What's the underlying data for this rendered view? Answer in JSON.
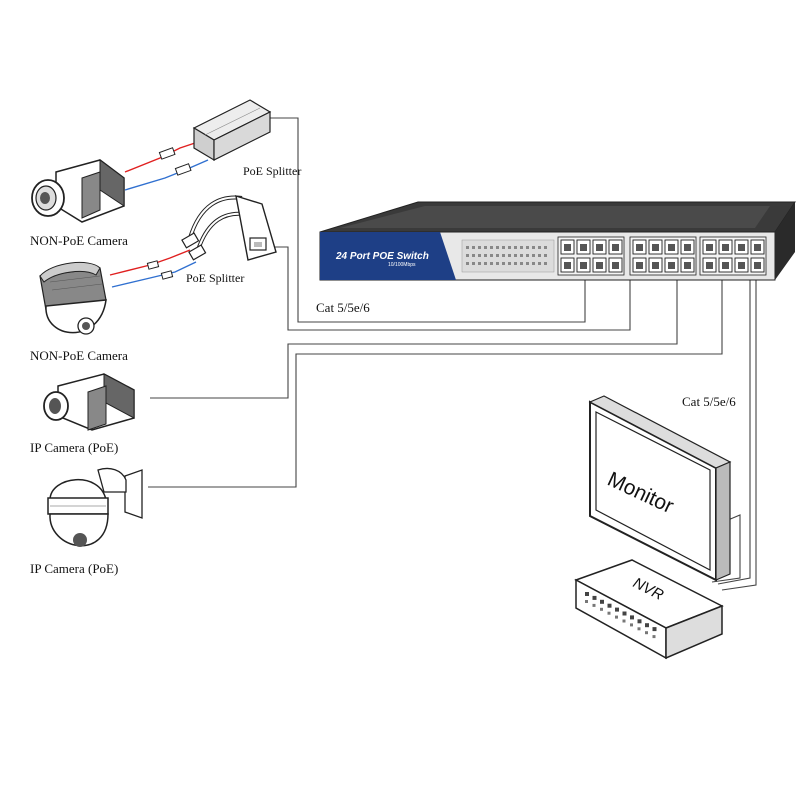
{
  "labels": {
    "poe_splitter_1": "PoE Splitter",
    "poe_splitter_2": "PoE Splitter",
    "non_poe_camera_1": "NON-PoE Camera",
    "non_poe_camera_2": "NON-PoE Camera",
    "ip_camera_1": "IP Camera (PoE)",
    "ip_camera_2": "IP Camera (PoE)",
    "cable_left": "Cat 5/5e/6",
    "cable_right": "Cat 5/5e/6",
    "monitor": "Monitor",
    "nvr": "NVR"
  },
  "switch": {
    "title": "24 Port  POE Switch",
    "subtitle": "10/100Mbps",
    "port_count": 24,
    "panel_color": "#1e3f86",
    "body_color": "#3a3a3a"
  },
  "colors": {
    "power_wire": "#e02020",
    "data_wire": "#3070d0",
    "cable": "#444444"
  },
  "icons": [
    "bullet-camera-icon",
    "dome-camera-icon",
    "ptz-camera-icon",
    "poe-splitter-icon",
    "monitor-icon",
    "nvr-icon",
    "poe-switch-icon"
  ]
}
